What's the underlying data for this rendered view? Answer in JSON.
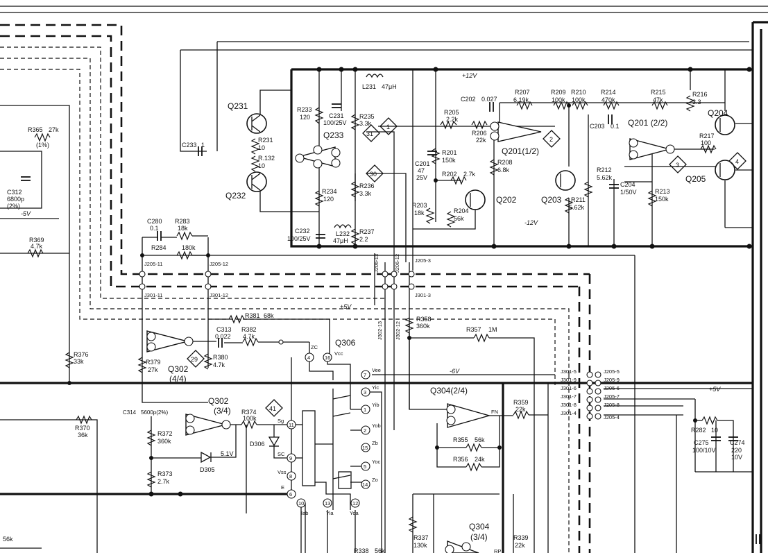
{
  "transistors": [
    {
      "id": "q231",
      "label": "Q231"
    },
    {
      "id": "q232",
      "label": "Q232"
    },
    {
      "id": "q202",
      "label": "Q202"
    },
    {
      "id": "q203",
      "label": "Q203"
    },
    {
      "id": "q204",
      "label": "Q204"
    },
    {
      "id": "q205",
      "label": "Q205"
    }
  ],
  "ic_labels": [
    {
      "id": "q233",
      "label": "Q233"
    },
    {
      "id": "q201a",
      "label": "Q201(1/2)"
    },
    {
      "id": "q201b",
      "label": "Q201 (2/2)"
    },
    {
      "id": "q302a",
      "label": "Q302"
    },
    {
      "id": "q302a2",
      "label": "(4/4)"
    },
    {
      "id": "q302b",
      "label": "Q302"
    },
    {
      "id": "q302b2",
      "label": "(3/4)"
    },
    {
      "id": "q306",
      "label": "Q306"
    },
    {
      "id": "q304a",
      "label": "Q304(2/4)"
    },
    {
      "id": "q304b",
      "label": "Q304"
    },
    {
      "id": "q304b2",
      "label": "(3/4)"
    }
  ],
  "resistors": [
    {
      "id": "r233",
      "name": "R233",
      "value": "120"
    },
    {
      "id": "r231",
      "name": "R231",
      "value": "10"
    },
    {
      "id": "r132",
      "name": "R.132",
      "value": "10"
    },
    {
      "id": "r235",
      "name": "R235",
      "value": "3.3k"
    },
    {
      "id": "r234",
      "name": "R234",
      "value": "120"
    },
    {
      "id": "r236",
      "name": "R236",
      "value": "3.3k"
    },
    {
      "id": "r237",
      "name": "R237",
      "value": "2.2"
    },
    {
      "id": "r205",
      "name": "R205",
      "value": "2.2k"
    },
    {
      "id": "r206",
      "name": "R206",
      "value": "22k"
    },
    {
      "id": "r207",
      "name": "R207",
      "value": "6.19k"
    },
    {
      "id": "r209",
      "name": "R209",
      "value": "100k"
    },
    {
      "id": "r210",
      "name": "R210",
      "value": "100k"
    },
    {
      "id": "r214",
      "name": "R214",
      "value": "470k"
    },
    {
      "id": "r215",
      "name": "R215",
      "value": "47k"
    },
    {
      "id": "r216",
      "name": "R216",
      "value": "3.3"
    },
    {
      "id": "r217",
      "name": "R217",
      "value": "100"
    },
    {
      "id": "r201",
      "name": "R201",
      "value": "150k"
    },
    {
      "id": "r202",
      "name": "R202",
      "value": "2.7k"
    },
    {
      "id": "r208",
      "name": "R208",
      "value": "6.8k"
    },
    {
      "id": "r203",
      "name": "R203",
      "value": "18k"
    },
    {
      "id": "r204",
      "name": "R204",
      "value": "56k"
    },
    {
      "id": "r211",
      "name": "R211",
      "value": "5.62k"
    },
    {
      "id": "r212",
      "name": "R212",
      "value": "5.62k"
    },
    {
      "id": "r213",
      "name": "R213",
      "value": "150k"
    },
    {
      "id": "r283",
      "name": "R283",
      "value": "18k"
    },
    {
      "id": "r284",
      "name": "R284",
      "value": "180k"
    },
    {
      "id": "r365",
      "name": "R365",
      "value": "27k"
    },
    {
      "id": "r369",
      "name": "R369",
      "value": "4.7k"
    },
    {
      "id": "r381",
      "name": "R381",
      "value": "68k"
    },
    {
      "id": "r382",
      "name": "R382",
      "value": "4.7k"
    },
    {
      "id": "r376",
      "name": "R376",
      "value": "33k"
    },
    {
      "id": "r379",
      "name": "R379",
      "value": "27k"
    },
    {
      "id": "r380",
      "name": "R380",
      "value": "4.7k"
    },
    {
      "id": "r358",
      "name": "R358",
      "value": "360k"
    },
    {
      "id": "r357",
      "name": "R357",
      "value": "1M"
    },
    {
      "id": "r370",
      "name": "R370",
      "value": "36k"
    },
    {
      "id": "r372",
      "name": "R372",
      "value": "360k"
    },
    {
      "id": "r373",
      "name": "R373",
      "value": "2.7k"
    },
    {
      "id": "r374",
      "name": "R374",
      "value": "100k"
    },
    {
      "id": "r359",
      "name": "R359",
      "value": "22k"
    },
    {
      "id": "r355",
      "name": "R355",
      "value": "56k"
    },
    {
      "id": "r356",
      "name": "R356",
      "value": "24k"
    },
    {
      "id": "r282",
      "name": "R282",
      "value": "10"
    },
    {
      "id": "r337",
      "name": "R337",
      "value": "130k"
    },
    {
      "id": "r339",
      "name": "R339",
      "value": "22k"
    },
    {
      "id": "r338",
      "name": "R338",
      "value": "56k"
    }
  ],
  "capacitors": [
    {
      "id": "c231",
      "name": "C231",
      "value": "100/25V"
    },
    {
      "id": "c232",
      "name": "C232",
      "value": "100/25V"
    },
    {
      "id": "c233",
      "name": "C233",
      "value": "1"
    },
    {
      "id": "c202",
      "name": "C202",
      "value": "0.027"
    },
    {
      "id": "c203",
      "name": "C203",
      "value": "0.1"
    },
    {
      "id": "c201",
      "name": "C201",
      "value": "47"
    },
    {
      "id": "c201v",
      "name": "",
      "value": "25V"
    },
    {
      "id": "c204",
      "name": "C204",
      "value": "1/50V"
    },
    {
      "id": "c280",
      "name": "C280",
      "value": "0.1"
    },
    {
      "id": "c312",
      "name": "C312",
      "value": "6800p"
    },
    {
      "id": "c313",
      "name": "C313",
      "value": "0.022"
    },
    {
      "id": "c314",
      "name": "C314",
      "value": "5600p(2%)"
    },
    {
      "id": "c275",
      "name": "C275",
      "value": "100/10V"
    },
    {
      "id": "c274",
      "name": "C274",
      "value": "220"
    },
    {
      "id": "c274v",
      "name": "",
      "value": "10V"
    }
  ],
  "inductors": [
    {
      "id": "l231",
      "name": "L231",
      "value": "47μH"
    },
    {
      "id": "l232",
      "name": "L232",
      "value": "47μH"
    }
  ],
  "diodes": [
    {
      "id": "d305",
      "name": "D305",
      "value": "5.1V"
    },
    {
      "id": "d306",
      "name": "D306",
      "value": ""
    }
  ],
  "connectors": [
    {
      "id": "j205_11",
      "label": "J205-11"
    },
    {
      "id": "j205_12",
      "label": "J205-12"
    },
    {
      "id": "j301_11",
      "label": "J301-11"
    },
    {
      "id": "j301_12",
      "label": "J301-12"
    },
    {
      "id": "j206_13",
      "label": "J206-13"
    },
    {
      "id": "j206_12",
      "label": "J206-12"
    },
    {
      "id": "j205_3",
      "label": "J205-3"
    },
    {
      "id": "j301_3",
      "label": "J301-3"
    },
    {
      "id": "j302_13",
      "label": "J302-13"
    },
    {
      "id": "j302_12",
      "label": "J302-12"
    },
    {
      "id": "j301_5",
      "label": "J301-5"
    },
    {
      "id": "j301_9",
      "label": "J301-9"
    },
    {
      "id": "j301_6",
      "label": "J301-6"
    },
    {
      "id": "j301_7",
      "label": "J301-7"
    },
    {
      "id": "j301_8",
      "label": "J301-8"
    },
    {
      "id": "j301_4",
      "label": "J301-4"
    },
    {
      "id": "j205_5",
      "label": "J205-5"
    },
    {
      "id": "j205_9",
      "label": "J205-9"
    },
    {
      "id": "j205_6",
      "label": "J205-6"
    },
    {
      "id": "j205_7",
      "label": "J205-7"
    },
    {
      "id": "j205_8",
      "label": "J205-8"
    },
    {
      "id": "j205_4",
      "label": "J205-4"
    }
  ],
  "rails": [
    {
      "id": "p12v",
      "label": "+12V"
    },
    {
      "id": "m12v",
      "label": "-12V"
    },
    {
      "id": "p5v_top",
      "label": "+5V"
    },
    {
      "id": "p5v_right",
      "label": "+5V"
    },
    {
      "id": "m5v",
      "label": "-5V"
    },
    {
      "id": "m6v",
      "label": "-6V"
    }
  ],
  "test_points": [
    "1",
    "2",
    "3",
    "4",
    "29",
    "30",
    "31",
    "41"
  ],
  "ic_pins": {
    "q306_left": [
      "ZC",
      "Sg",
      "SC",
      "Vss",
      "E"
    ],
    "q306_right": [
      "Vcc",
      "Vee",
      "Yic",
      "Yib",
      "Yob",
      "Zb",
      "Yoc",
      "Zo"
    ],
    "q306_bottom": [
      "Iab",
      "Yia",
      "Yoa"
    ],
    "q306_pin_numbers": [
      "4",
      "16",
      "7",
      "3",
      "1",
      "2",
      "15",
      "5",
      "14",
      "11",
      "9",
      "8",
      "6",
      "10",
      "13",
      "12"
    ],
    "q304_pin": "FN",
    "q304b_pin": "RP"
  },
  "misc_labels": [
    "(1%)",
    "(2%)",
    "56k"
  ]
}
